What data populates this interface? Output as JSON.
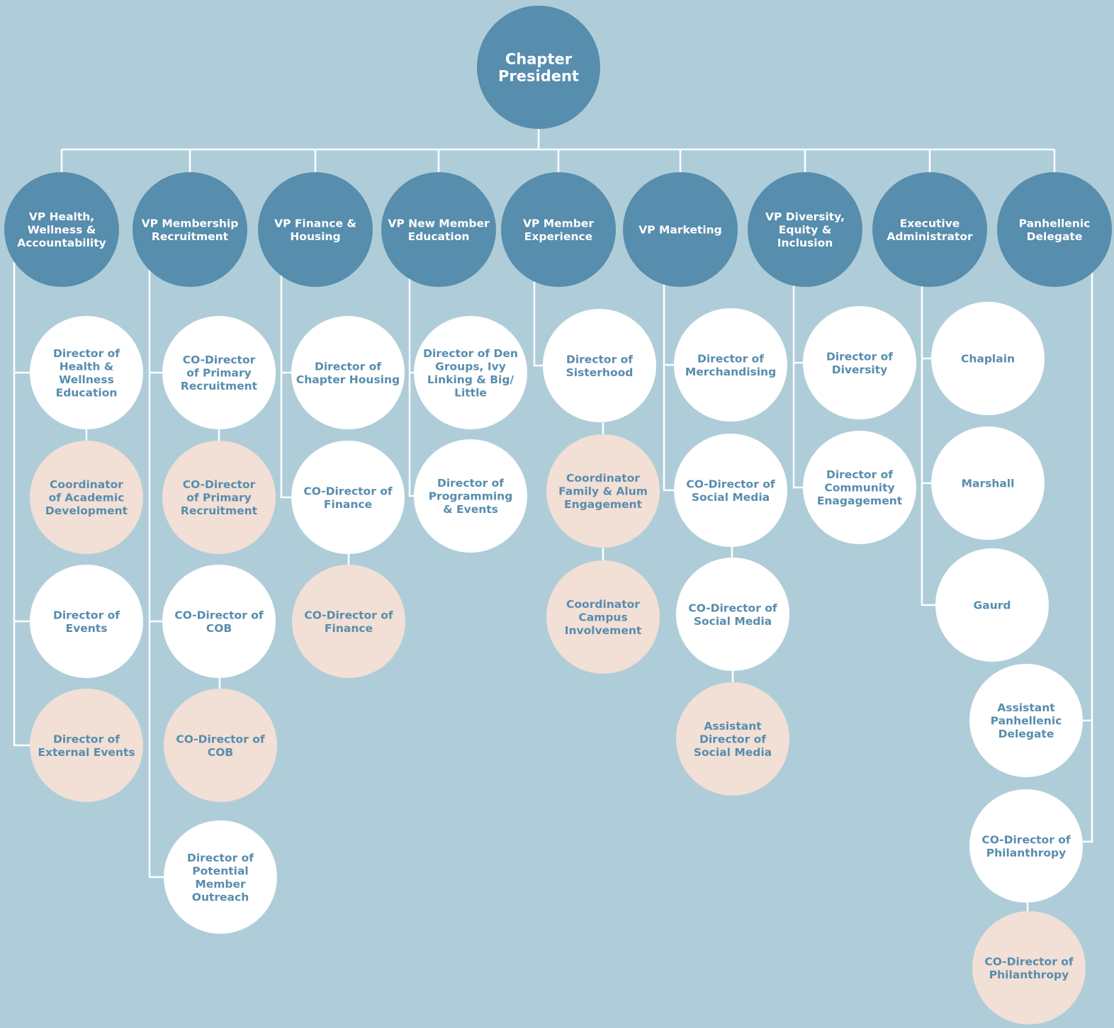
{
  "colors": {
    "background": "#afcdd8",
    "vp_fill": "#578dad",
    "vp_text": "#ffffff",
    "director_fill": "#ffffff",
    "coordinator_fill": "#f2dfd5",
    "member_text": "#578dad",
    "connector": "#ffffff"
  },
  "president": {
    "label": [
      "Chapter",
      "President"
    ]
  },
  "vps": [
    {
      "label": [
        "VP Health,",
        "Wellness &",
        "Accountability"
      ]
    },
    {
      "label": [
        "VP Membership",
        "Recruitment"
      ]
    },
    {
      "label": [
        "VP Finance &",
        "Housing"
      ]
    },
    {
      "label": [
        "VP New Member",
        "Education"
      ]
    },
    {
      "label": [
        "VP Member",
        "Experience"
      ]
    },
    {
      "label": [
        "VP Marketing"
      ]
    },
    {
      "label": [
        "VP Diversity,",
        "Equity &",
        "Inclusion"
      ]
    },
    {
      "label": [
        "Executive",
        "Administrator"
      ]
    },
    {
      "label": [
        "Panhellenic",
        "Delegate"
      ]
    }
  ],
  "members": [
    {
      "label": [
        "Director of",
        "Health &",
        "Wellness",
        "Education"
      ],
      "style": "director"
    },
    {
      "label": [
        "Coordinator",
        "of Academic",
        "Development"
      ],
      "style": "coordinator"
    },
    {
      "label": [
        "Director of",
        "Events"
      ],
      "style": "director"
    },
    {
      "label": [
        "Director of",
        "External Events"
      ],
      "style": "coordinator"
    },
    {
      "label": [
        "CO-Director",
        "of Primary",
        "Recruitment"
      ],
      "style": "director"
    },
    {
      "label": [
        "CO-Director",
        "of Primary",
        "Recruitment"
      ],
      "style": "coordinator"
    },
    {
      "label": [
        "CO-Director of",
        "COB"
      ],
      "style": "director"
    },
    {
      "label": [
        "CO-Director of",
        "COB"
      ],
      "style": "coordinator"
    },
    {
      "label": [
        "Director of",
        "Potential",
        "Member",
        "Outreach"
      ],
      "style": "director"
    },
    {
      "label": [
        "Director of",
        "Chapter Housing"
      ],
      "style": "director"
    },
    {
      "label": [
        "CO-Director of",
        "Finance"
      ],
      "style": "director"
    },
    {
      "label": [
        "CO-Director of",
        "Finance"
      ],
      "style": "coordinator"
    },
    {
      "label": [
        "Director of Den",
        "Groups, Ivy",
        "Linking & Big/",
        "Little"
      ],
      "style": "director"
    },
    {
      "label": [
        "Director of",
        "Programming",
        "& Events"
      ],
      "style": "director"
    },
    {
      "label": [
        "Director of",
        "Sisterhood"
      ],
      "style": "director"
    },
    {
      "label": [
        "Coordinator",
        "Family & Alum",
        "Engagement"
      ],
      "style": "coordinator"
    },
    {
      "label": [
        "Coordinator",
        "Campus",
        "Involvement"
      ],
      "style": "coordinator"
    },
    {
      "label": [
        "Director of",
        "Merchandising"
      ],
      "style": "director"
    },
    {
      "label": [
        "CO-Director of",
        "Social Media"
      ],
      "style": "director"
    },
    {
      "label": [
        "CO-Director of",
        "Social Media"
      ],
      "style": "director"
    },
    {
      "label": [
        "Assistant",
        "Director of",
        "Social Media"
      ],
      "style": "coordinator"
    },
    {
      "label": [
        "Director of",
        "Diversity"
      ],
      "style": "director"
    },
    {
      "label": [
        "Director of",
        "Community",
        "Enagagement"
      ],
      "style": "director"
    },
    {
      "label": [
        "Chaplain"
      ],
      "style": "director"
    },
    {
      "label": [
        "Marshall"
      ],
      "style": "director"
    },
    {
      "label": [
        "Gaurd"
      ],
      "style": "director"
    },
    {
      "label": [
        "Assistant",
        "Panhellenic",
        "Delegate"
      ],
      "style": "director"
    },
    {
      "label": [
        "CO-Director of",
        "Philanthropy"
      ],
      "style": "director"
    },
    {
      "label": [
        "CO-Director of",
        "Philanthropy"
      ],
      "style": "coordinator"
    }
  ]
}
